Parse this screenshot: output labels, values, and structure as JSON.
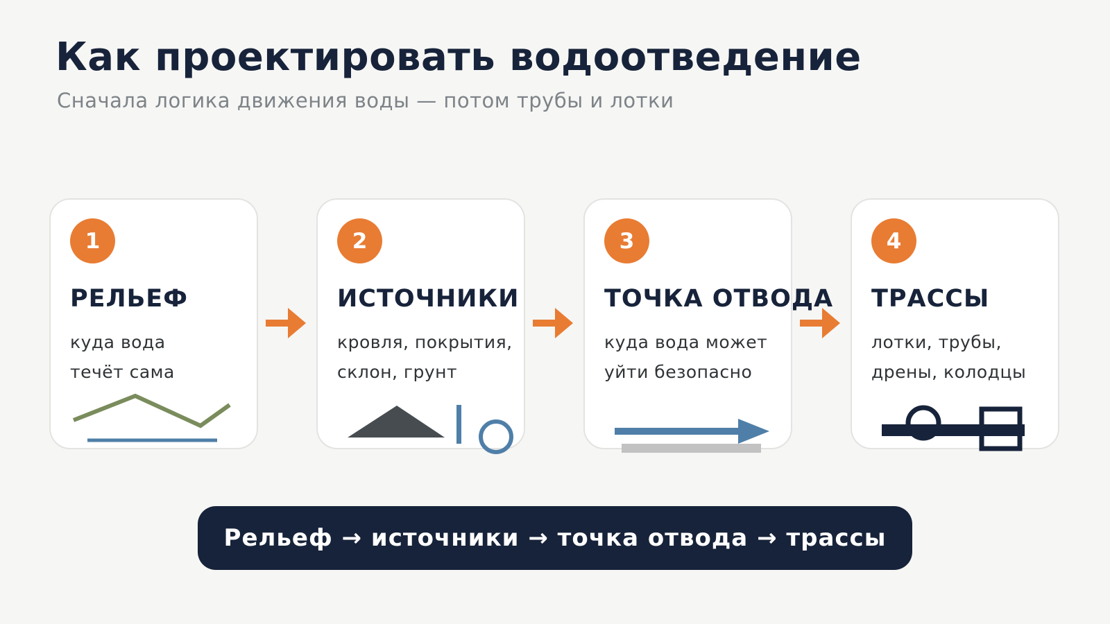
{
  "header": {
    "title": "Как проектировать водоотведение",
    "subtitle": "Сначала логика движения воды — потом трубы и лотки"
  },
  "steps": [
    {
      "number": "1",
      "title": "РЕЛЬЕФ",
      "desc": [
        "куда вода",
        "течёт сама"
      ]
    },
    {
      "number": "2",
      "title": "ИСТОЧНИКИ",
      "desc": [
        "кровля, покрытия,",
        "склон, грунт"
      ]
    },
    {
      "number": "3",
      "title": "ТОЧКА ОТВОДА",
      "desc": [
        "куда вода может",
        "уйти безопасно"
      ]
    },
    {
      "number": "4",
      "title": "ТРАССЫ",
      "desc": [
        "лотки, трубы,",
        "дрены, колодцы"
      ]
    }
  ],
  "summary": "Рельеф → источники → точка отвода → трассы",
  "colors": {
    "accent": "#e87c33",
    "navy": "#17233a",
    "terrain_green": "#7a8c5c",
    "water_blue": "#4f7fa8",
    "roof_gray": "#464c50",
    "ground_gray": "#c2c2c2",
    "background": "#f6f6f4"
  },
  "icons": [
    "terrain-line-icon",
    "roof-icon",
    "pole-icon",
    "drop-circle-icon",
    "outflow-arrow-icon",
    "pipe-network-icon",
    "step-arrow-icon"
  ]
}
